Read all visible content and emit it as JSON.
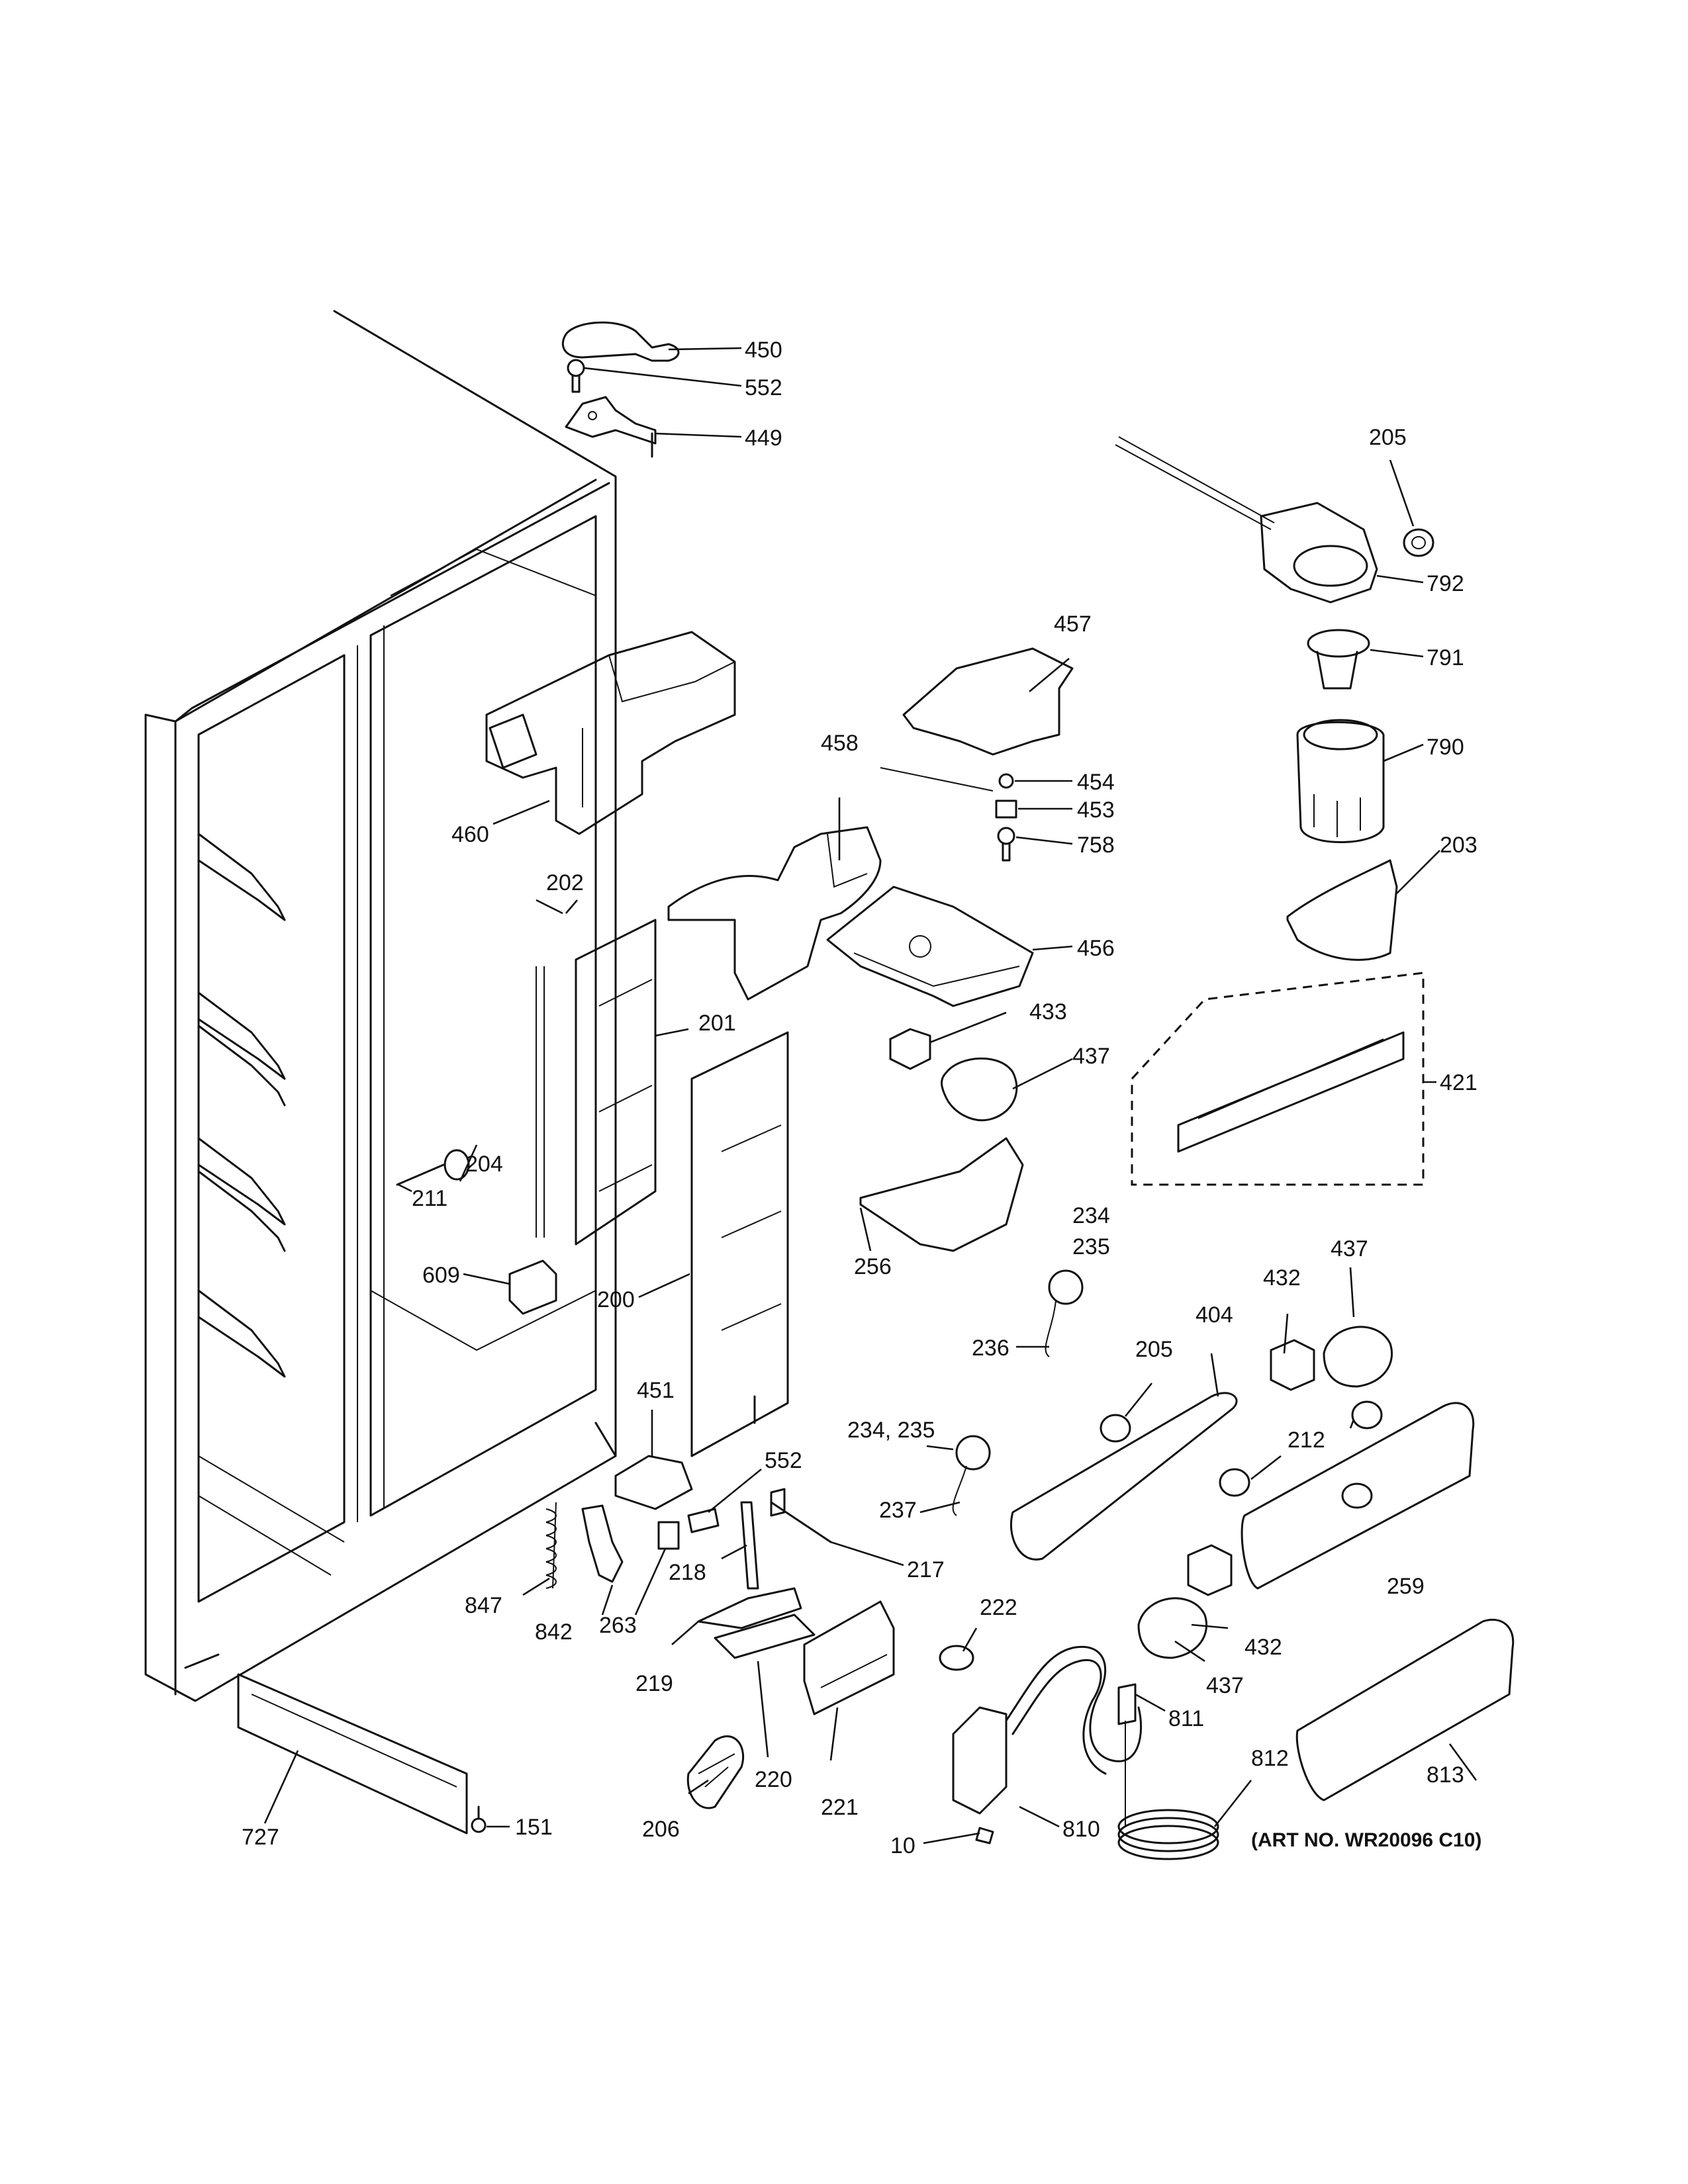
{
  "art_number": "(ART NO. WR20096 C10)",
  "callouts": [
    {
      "id": "c450",
      "text": "450"
    },
    {
      "id": "c552a",
      "text": "552"
    },
    {
      "id": "c449",
      "text": "449"
    },
    {
      "id": "c205a",
      "text": "205"
    },
    {
      "id": "c792",
      "text": "792"
    },
    {
      "id": "c791",
      "text": "791"
    },
    {
      "id": "c790",
      "text": "790"
    },
    {
      "id": "c203",
      "text": "203"
    },
    {
      "id": "c457",
      "text": "457"
    },
    {
      "id": "c458",
      "text": "458"
    },
    {
      "id": "c454",
      "text": "454"
    },
    {
      "id": "c453",
      "text": "453"
    },
    {
      "id": "c758",
      "text": "758"
    },
    {
      "id": "c456",
      "text": "456"
    },
    {
      "id": "c433",
      "text": "433"
    },
    {
      "id": "c437a",
      "text": "437"
    },
    {
      "id": "c421",
      "text": "421"
    },
    {
      "id": "c460",
      "text": "460"
    },
    {
      "id": "c202",
      "text": "202"
    },
    {
      "id": "c201",
      "text": "201"
    },
    {
      "id": "c204",
      "text": "204"
    },
    {
      "id": "c211",
      "text": "211"
    },
    {
      "id": "c609",
      "text": "609"
    },
    {
      "id": "c200",
      "text": "200"
    },
    {
      "id": "c256",
      "text": "256"
    },
    {
      "id": "c234a",
      "text": "234"
    },
    {
      "id": "c235a",
      "text": "235"
    },
    {
      "id": "c236",
      "text": "236"
    },
    {
      "id": "c432a",
      "text": "432"
    },
    {
      "id": "c437b",
      "text": "437"
    },
    {
      "id": "c404",
      "text": "404"
    },
    {
      "id": "c205b",
      "text": "205"
    },
    {
      "id": "c212",
      "text": "212"
    },
    {
      "id": "c451",
      "text": "451"
    },
    {
      "id": "c552b",
      "text": "552"
    },
    {
      "id": "c234b",
      "text": "234, 235"
    },
    {
      "id": "c237",
      "text": "237"
    },
    {
      "id": "c217",
      "text": "217"
    },
    {
      "id": "c218",
      "text": "218"
    },
    {
      "id": "c847",
      "text": "847"
    },
    {
      "id": "c842",
      "text": "842"
    },
    {
      "id": "c263",
      "text": "263"
    },
    {
      "id": "c219",
      "text": "219"
    },
    {
      "id": "c220",
      "text": "220"
    },
    {
      "id": "c221",
      "text": "221"
    },
    {
      "id": "c222",
      "text": "222"
    },
    {
      "id": "c432b",
      "text": "432"
    },
    {
      "id": "c437c",
      "text": "437"
    },
    {
      "id": "c259",
      "text": "259"
    },
    {
      "id": "c811",
      "text": "811"
    },
    {
      "id": "c812",
      "text": "812"
    },
    {
      "id": "c813",
      "text": "813"
    },
    {
      "id": "c810",
      "text": "810"
    },
    {
      "id": "c10",
      "text": "10"
    },
    {
      "id": "c206",
      "text": "206"
    },
    {
      "id": "c727",
      "text": "727"
    },
    {
      "id": "c151",
      "text": "151"
    }
  ]
}
